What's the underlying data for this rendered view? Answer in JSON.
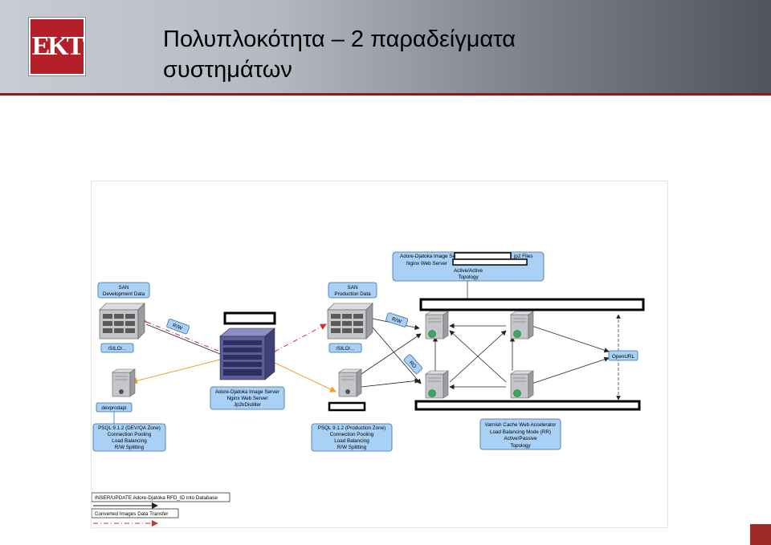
{
  "slide": {
    "title_line1": "Πολυπλοκότητα – 2 παραδείγματα",
    "title_line2": "συστημάτων",
    "logo_text": "EKT"
  },
  "diagram": {
    "labels": {
      "san_dev_1": "SAN",
      "san_dev_2": "Development Data",
      "san_prod_1": "SAN",
      "san_prod_2": "Production Data",
      "silo_dev": "/SILO/...",
      "silo_prod": "/SILO/...",
      "rw_dev": "R/W",
      "rw_prod": "R/W",
      "ro": "RO",
      "image_server_1": "Adore-Djatoka Image Server",
      "image_server_2": "Nginx Web Server",
      "image_server_3": "Jp2kDistiller",
      "devprodapi": "devprodapi",
      "psql_dev_1": "PSQL 9.1.2 (DEV/QA Zone)",
      "psql_dev_2": "Connection Pooling",
      "psql_dev_3": "Load Balancing",
      "psql_dev_4": "R/W Splitting",
      "psql_prod_1": "PSQL 9.1.2 (Production Zone)",
      "psql_prod_2": "Connection Pooling",
      "psql_prod_3": "Load Balancing",
      "psql_prod_4": "R/W Splitting",
      "top_box_1a": "Adore-Djatoka Image Serve",
      "top_box_1b": "jp2 Files",
      "top_box_2": "Nginx Web Server",
      "top_box_3": "Active/Active",
      "top_box_4": "Topology",
      "openurl": "OpenURL",
      "varnish_1": "Varnish Cache Web Accelerator",
      "varnish_2": "Load Balancing Mode (RR)",
      "varnish_3": "Active/Passive",
      "varnish_4": "Topology",
      "legend_1": "INSER/UPDATE Adore-Djatoka RFD_ID into Database",
      "legend_2": "Converted Images Data Transfer"
    },
    "colors": {
      "label_fill": "#a9d0f5",
      "label_stroke": "#3a6ea5",
      "server_grey": "#bfc1c4",
      "rack_purple": "#5b5c9a",
      "arrow_red": "#d03030",
      "arrow_orange": "#f0a030",
      "arrow_black": "#222222",
      "globe_green": "#3aa860"
    }
  }
}
